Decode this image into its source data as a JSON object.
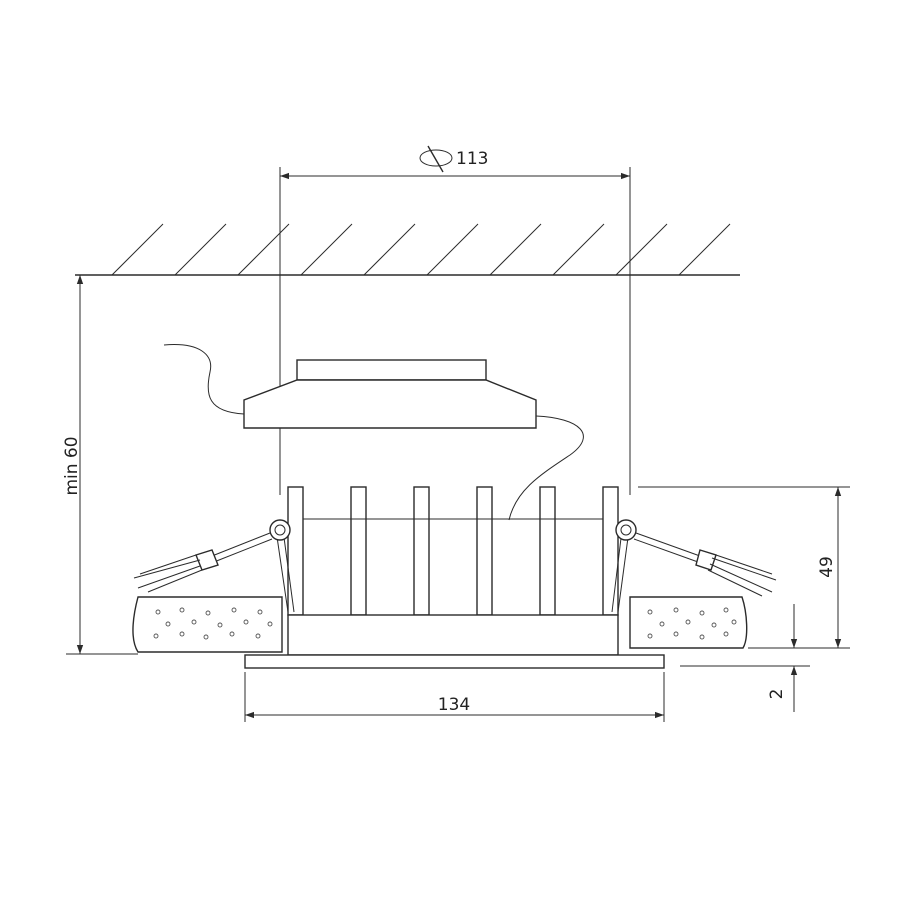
{
  "dimensions": {
    "cutout_diameter": "113",
    "min_height": "min 60",
    "body_height": "49",
    "flange_width": "134",
    "flange_thickness": "2"
  },
  "colors": {
    "line": "#2b2b2b",
    "background": "#ffffff"
  },
  "icons": {
    "diameter_symbol": "diameter-icon"
  }
}
